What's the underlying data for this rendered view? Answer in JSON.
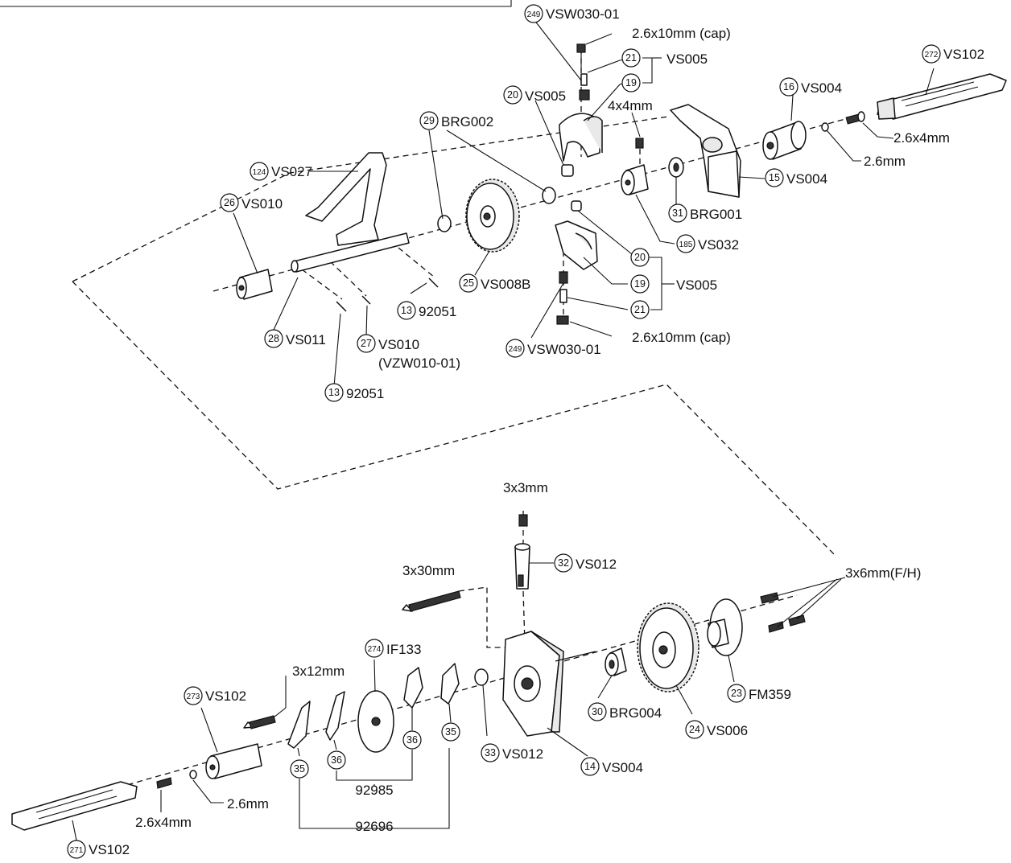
{
  "upper_assembly": {
    "callouts": [
      {
        "id": "c249a",
        "num": "249",
        "text": "VSW030-01"
      },
      {
        "id": "capa",
        "num": "",
        "text": "2.6x10mm (cap)"
      },
      {
        "id": "c21a",
        "num": "21",
        "text": ""
      },
      {
        "id": "vs005a",
        "num": "",
        "text": "VS005"
      },
      {
        "id": "c19a",
        "num": "19",
        "text": ""
      },
      {
        "id": "c20a",
        "num": "20",
        "text": "VS005"
      },
      {
        "id": "c272",
        "num": "272",
        "text": "VS102"
      },
      {
        "id": "c16",
        "num": "16",
        "text": "VS004"
      },
      {
        "id": "s4x4",
        "num": "",
        "text": "4x4mm"
      },
      {
        "id": "s26x4",
        "num": "",
        "text": "2.6x4mm"
      },
      {
        "id": "s26",
        "num": "",
        "text": "2.6mm"
      },
      {
        "id": "c29",
        "num": "29",
        "text": "BRG002"
      },
      {
        "id": "c124",
        "num": "124",
        "text": "VS027"
      },
      {
        "id": "c15",
        "num": "15",
        "text": "VS004"
      },
      {
        "id": "c26",
        "num": "26",
        "text": "VS010"
      },
      {
        "id": "c31",
        "num": "31",
        "text": "BRG001"
      },
      {
        "id": "c185",
        "num": "185",
        "text": "VS032"
      },
      {
        "id": "c20b",
        "num": "20",
        "text": ""
      },
      {
        "id": "c25",
        "num": "25",
        "text": "VS008B"
      },
      {
        "id": "c19b",
        "num": "19",
        "text": "VS005"
      },
      {
        "id": "c13a",
        "num": "13",
        "text": "92051"
      },
      {
        "id": "c21b",
        "num": "21",
        "text": ""
      },
      {
        "id": "c28",
        "num": "28",
        "text": "VS011"
      },
      {
        "id": "c27",
        "num": "27",
        "text": "VS010"
      },
      {
        "id": "vzw",
        "num": "",
        "text": "(VZW010-01)"
      },
      {
        "id": "c249b",
        "num": "249",
        "text": "VSW030-01"
      },
      {
        "id": "capb",
        "num": "",
        "text": "2.6x10mm (cap)"
      },
      {
        "id": "c13b",
        "num": "13",
        "text": "92051"
      }
    ]
  },
  "lower_assembly": {
    "callouts": [
      {
        "id": "s3x3",
        "num": "",
        "text": "3x3mm"
      },
      {
        "id": "c32",
        "num": "32",
        "text": "VS012"
      },
      {
        "id": "s3x30",
        "num": "",
        "text": "3x30mm"
      },
      {
        "id": "s3x6",
        "num": "",
        "text": "3x6mm(F/H)"
      },
      {
        "id": "c274",
        "num": "274",
        "text": "IF133"
      },
      {
        "id": "s3x12",
        "num": "",
        "text": "3x12mm"
      },
      {
        "id": "c273",
        "num": "273",
        "text": "VS102"
      },
      {
        "id": "c23",
        "num": "23",
        "text": "FM359"
      },
      {
        "id": "c36a",
        "num": "36",
        "text": ""
      },
      {
        "id": "c36b",
        "num": "36",
        "text": ""
      },
      {
        "id": "c35a",
        "num": "35",
        "text": ""
      },
      {
        "id": "c35b",
        "num": "35",
        "text": ""
      },
      {
        "id": "c30",
        "num": "30",
        "text": "BRG004"
      },
      {
        "id": "c24",
        "num": "24",
        "text": "VS006"
      },
      {
        "id": "c33",
        "num": "33",
        "text": "VS012"
      },
      {
        "id": "c14",
        "num": "14",
        "text": "VS004"
      },
      {
        "id": "g92985",
        "num": "",
        "text": "92985"
      },
      {
        "id": "s26b",
        "num": "",
        "text": "2.6mm"
      },
      {
        "id": "s26x4b",
        "num": "",
        "text": "2.6x4mm"
      },
      {
        "id": "g92696",
        "num": "",
        "text": "92696"
      },
      {
        "id": "c271",
        "num": "271",
        "text": "VS102"
      }
    ]
  }
}
